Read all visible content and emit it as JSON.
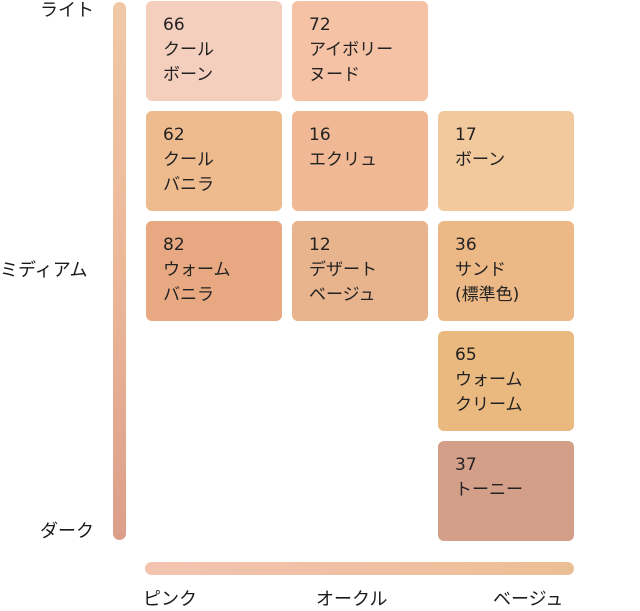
{
  "axes": {
    "depth": {
      "light": "ライト",
      "medium": "ミディアム",
      "dark": "ダーク"
    },
    "undertone": {
      "pink": "ピンク",
      "ochre": "オークル",
      "beige": "ベージュ"
    }
  },
  "shades": [
    {
      "number": "66",
      "line1": "クール",
      "line2": "ボーン",
      "color": "#f5cfbd"
    },
    {
      "number": "72",
      "line1": "アイボリー",
      "line2": "ヌード",
      "color": "#f6c2a6"
    },
    {
      "number": "62",
      "line1": "クール",
      "line2": "バニラ",
      "color": "#eebb8f"
    },
    {
      "number": "16",
      "line1": "エクリュ",
      "line2": "",
      "color": "#f0b894"
    },
    {
      "number": "17",
      "line1": "ボーン",
      "line2": "",
      "color": "#f2c89d"
    },
    {
      "number": "82",
      "line1": "ウォーム",
      "line2": "バニラ",
      "color": "#e8a982"
    },
    {
      "number": "12",
      "line1": "デザート",
      "line2": "ベージュ",
      "color": "#e8b48d"
    },
    {
      "number": "36",
      "line1": "サンド",
      "line2": "(標準色)",
      "color": "#ecb885"
    },
    {
      "number": "65",
      "line1": "ウォーム",
      "line2": "クリーム",
      "color": "#e9b97f"
    },
    {
      "number": "37",
      "line1": "トーニー",
      "line2": "",
      "color": "#d49f89"
    }
  ]
}
